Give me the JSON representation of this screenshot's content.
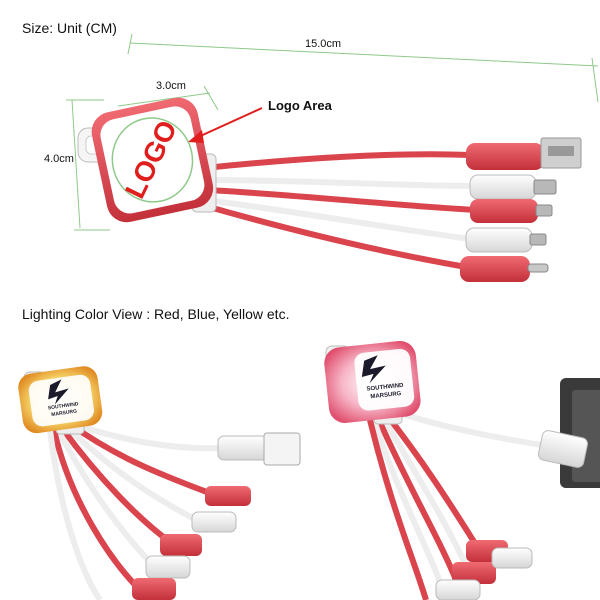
{
  "labels": {
    "size": "Size: Unit (CM)",
    "width": "15.0cm",
    "square": "3.0cm",
    "height": "4.0cm",
    "logo_area": "Logo Area",
    "logo_word": "LOGO",
    "lighting": "Lighting Color View : Red, Blue, Yellow  etc.",
    "brand_line1": "SOUTHWIND",
    "brand_line2": "MARSURG"
  },
  "colors": {
    "cable_red": "#d9444d",
    "cable_white": "#f2f2f2",
    "guide_green": "#8fc98a",
    "arrow_red": "#e01e1e",
    "glow_yellow": "#f2c23a",
    "glow_pink": "#f07fa0"
  }
}
